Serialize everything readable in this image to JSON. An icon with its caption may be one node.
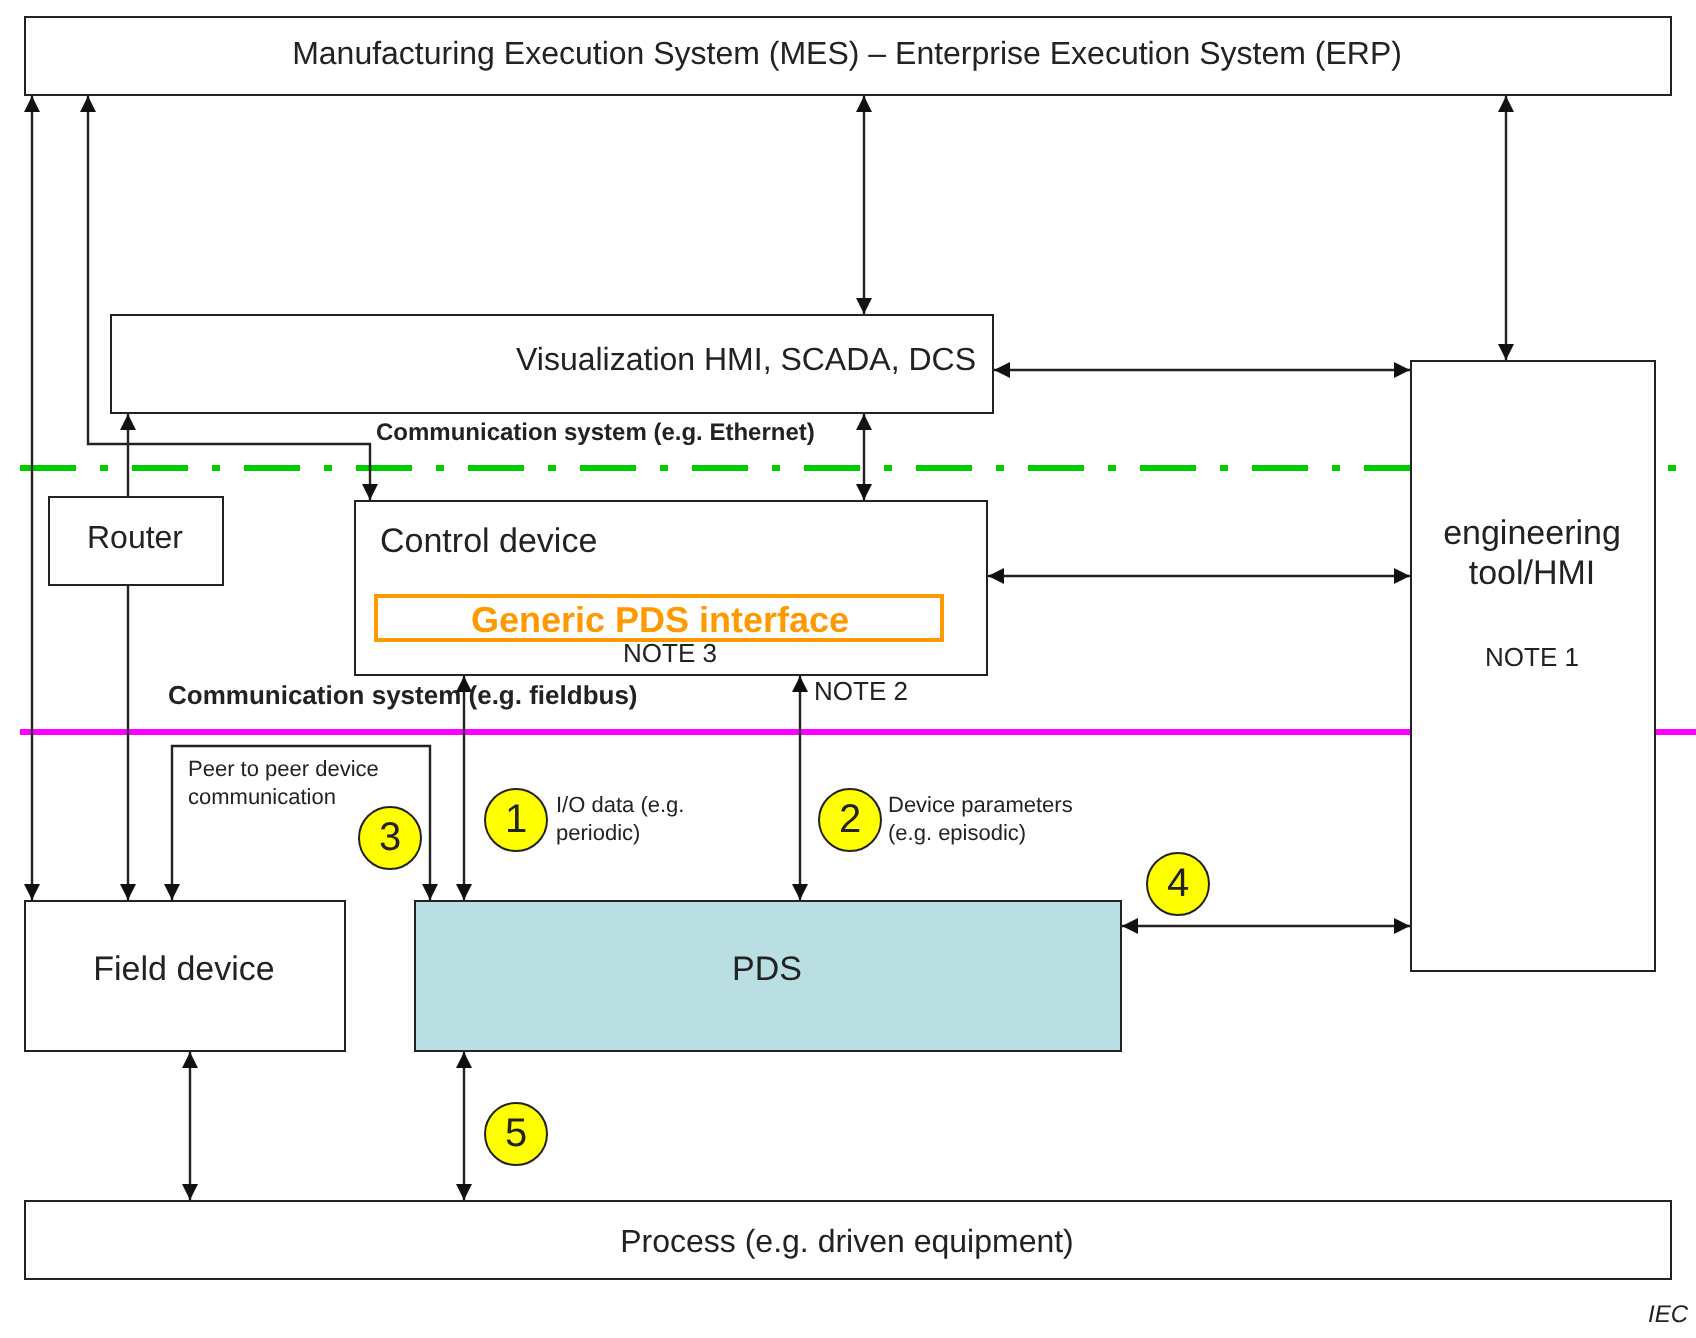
{
  "diagram": {
    "nodes": [
      {
        "text": [
          "Manufacturing Execution System (MES) – Enterprise Execution System (ERP)"
        ]
      },
      {
        "text": [
          "Visualization HMI, SCADA,  DCS"
        ]
      },
      {
        "text": [
          "Router"
        ]
      },
      {
        "text": [
          "Control device",
          "NOTE 3"
        ]
      },
      {
        "text": [
          "Generic PDS interface"
        ],
        "in": 3
      },
      {
        "text": [
          "engineering tool/HMI",
          "NOTE 1"
        ]
      },
      {
        "text": [
          "Field device"
        ]
      },
      {
        "text": [
          "PDS"
        ]
      },
      {
        "text": [
          "Process (e.g. driven equipment)"
        ]
      },
      {
        "text": [
          "3"
        ],
        "beside": [
          "Peer to peer device communication"
        ]
      },
      {
        "text": [
          "1"
        ],
        "beside": [
          "I/O data (e.g. periodic)"
        ]
      },
      {
        "text": [
          "2"
        ],
        "beside": [
          "Device parameters (e.g. episodic)"
        ]
      },
      {
        "text": [
          "4"
        ]
      },
      {
        "text": [
          "5"
        ]
      }
    ],
    "edges": [
      {
        "from": 0,
        "to": 1,
        "arrow": "both"
      },
      {
        "from": 0,
        "to": 5,
        "arrow": "both"
      },
      {
        "from": 0,
        "to": 6,
        "arrow": "both"
      },
      {
        "from": 0,
        "to": 3,
        "arrow": "both"
      },
      {
        "from": 1,
        "to": 5,
        "arrow": "both"
      },
      {
        "from": 1,
        "to": 3,
        "arrow": "both"
      },
      {
        "from": 2,
        "to": 1,
        "arrow": "to"
      },
      {
        "from": 2,
        "to": 6,
        "arrow": "to"
      },
      {
        "from": 3,
        "to": 5,
        "arrow": "both"
      },
      {
        "from": 3,
        "to": 7,
        "arrow": "both"
      },
      {
        "from": 3,
        "to": 7,
        "arrow": "both"
      },
      {
        "from": 6,
        "to": 7,
        "arrow": "both"
      },
      {
        "from": 7,
        "to": 5,
        "arrow": "both"
      },
      {
        "from": 6,
        "to": 8,
        "arrow": "both"
      },
      {
        "from": 7,
        "to": 8,
        "arrow": "both"
      }
    ],
    "labels": [
      "Communication system (e.g. Ethernet)",
      "Communication system (e.g. fieldbus)",
      "NOTE 2",
      "IEC"
    ]
  }
}
